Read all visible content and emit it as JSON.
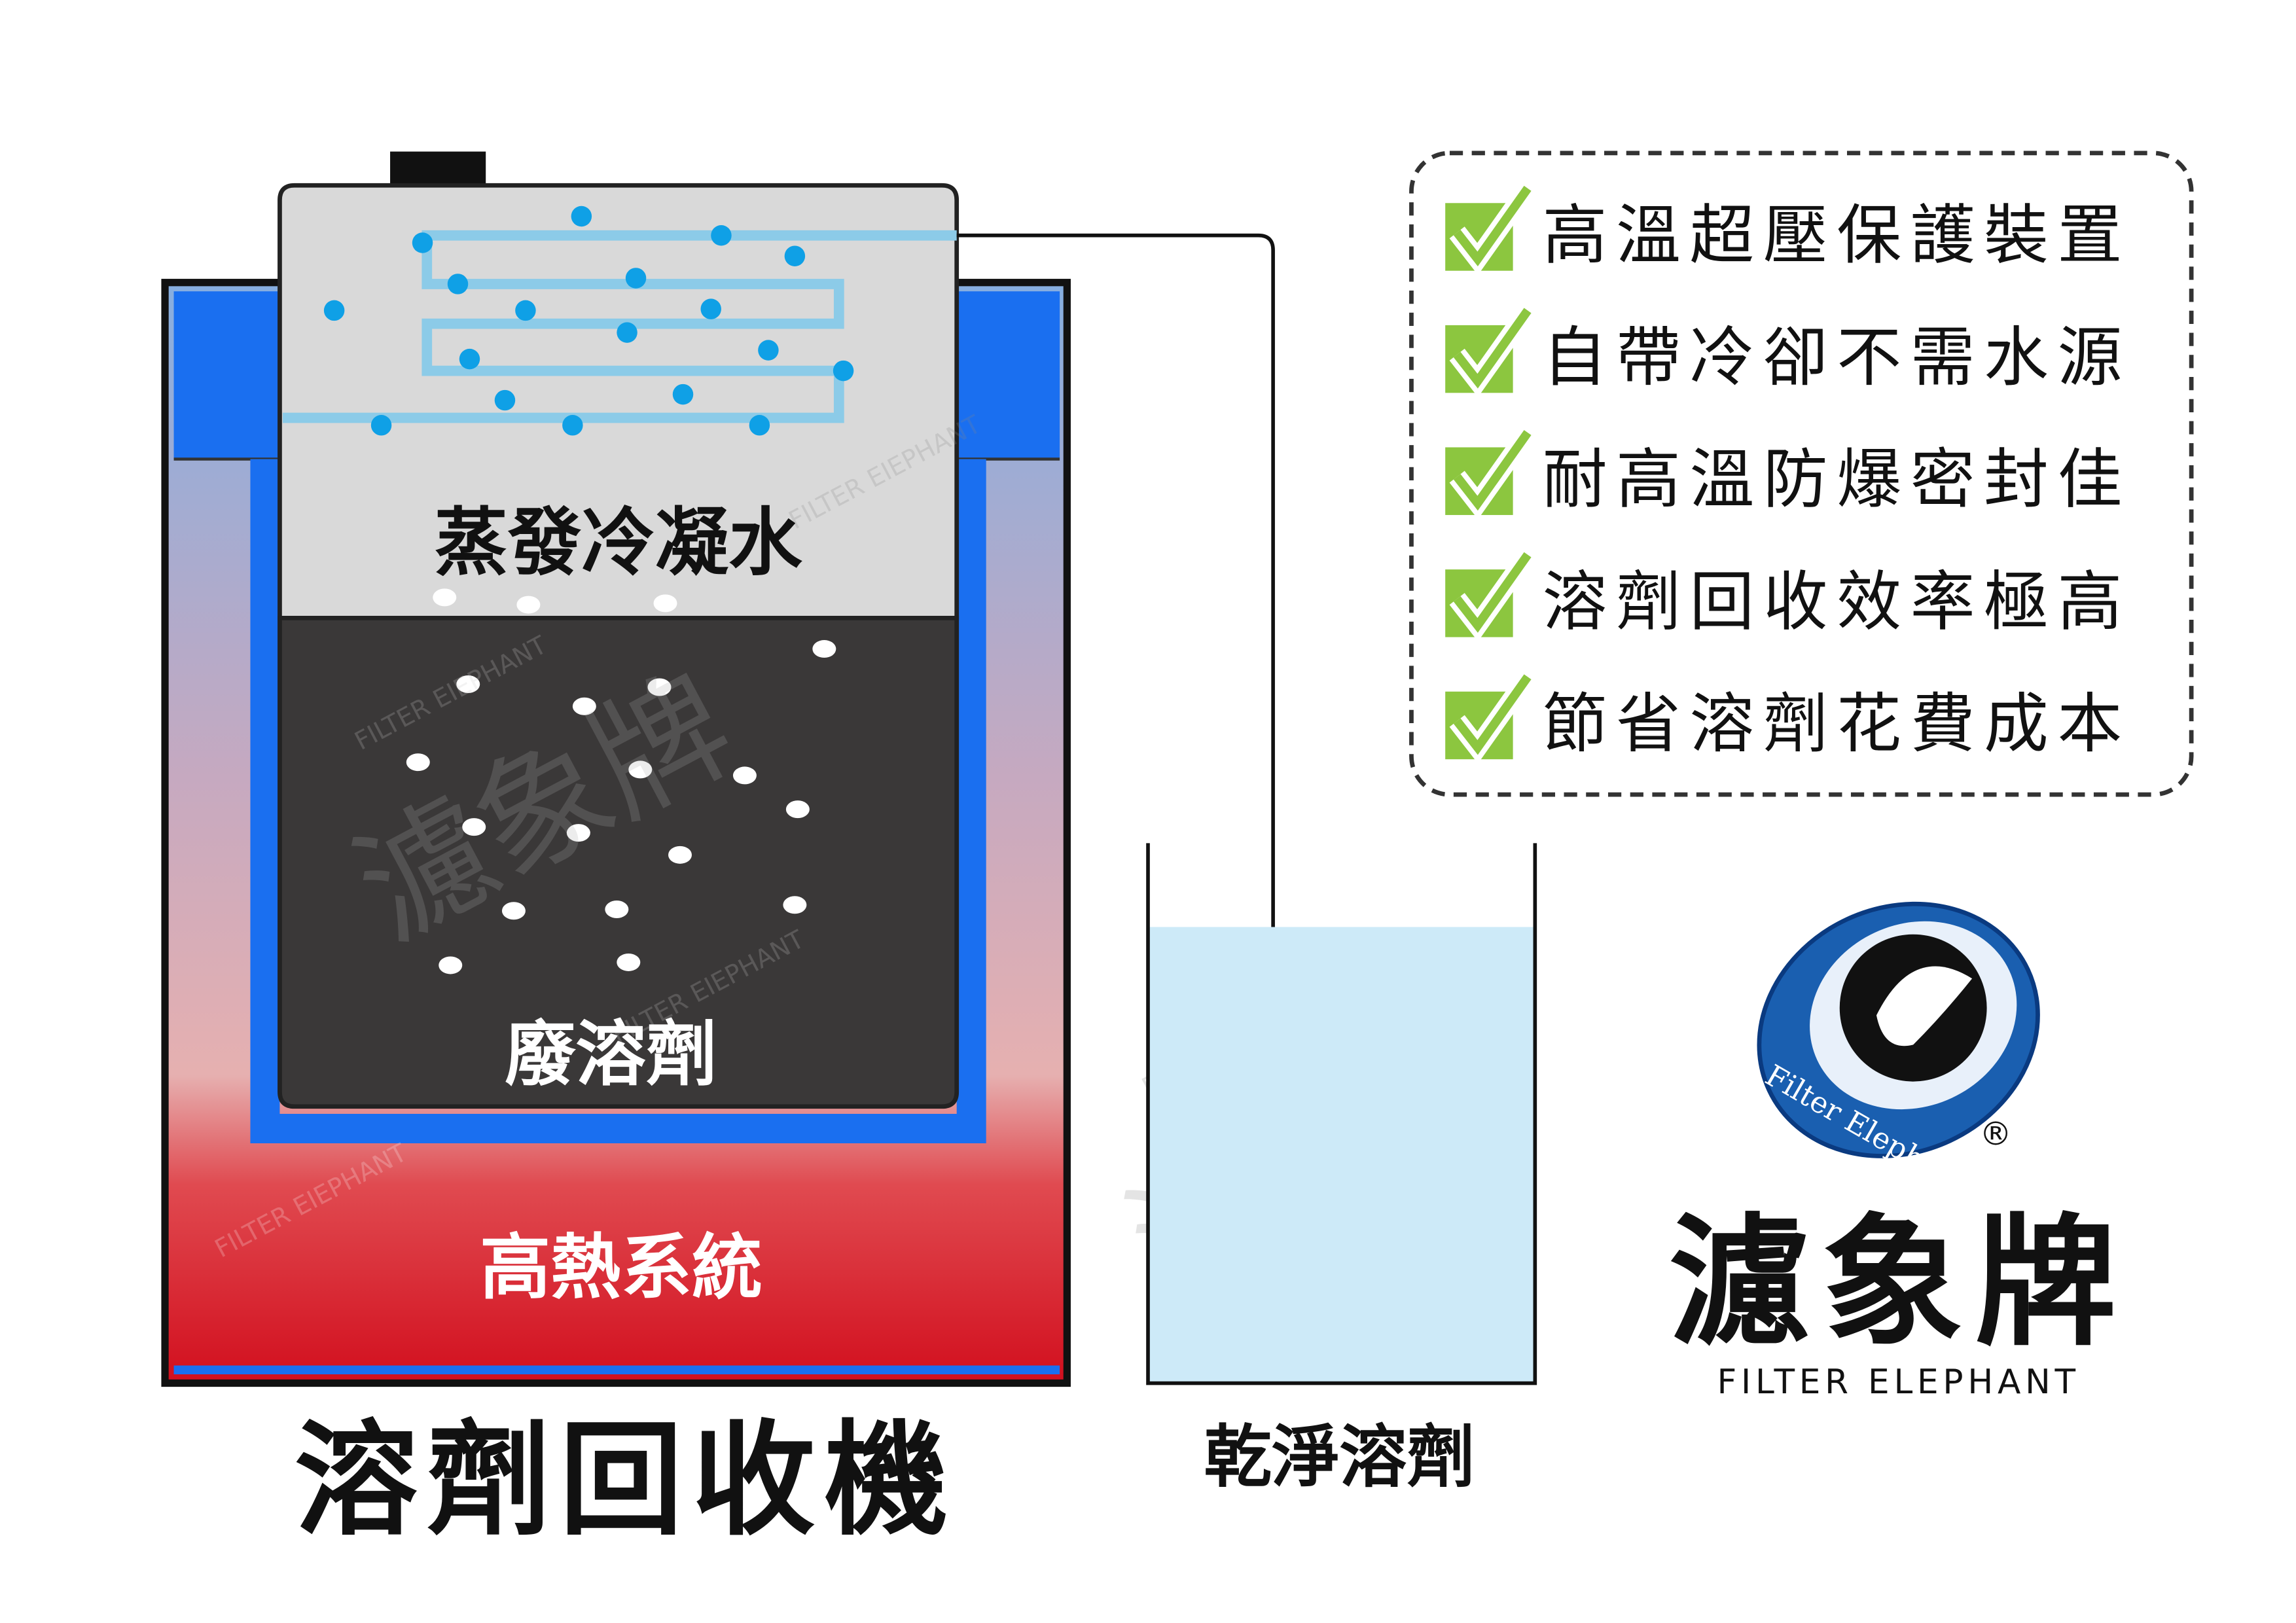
{
  "machine": {
    "condensate_label": "蒸發冷凝水",
    "waste_label": "廢溶劑",
    "heater_label": "高熱系統",
    "title": "溶劑回收機"
  },
  "beaker": {
    "label": "乾淨溶劑"
  },
  "features": [
    {
      "label": "高溫超壓保護裝置"
    },
    {
      "label": "自帶冷卻不需水源"
    },
    {
      "label": "耐高溫防爆密封佳"
    },
    {
      "label": "溶劑回收效率極高"
    },
    {
      "label": "節省溶劑花費成本"
    }
  ],
  "brand": {
    "name_cn": "濾象牌",
    "name_en": "FILTER ELEPHANT",
    "logo_text": "Filter Elephant",
    "registered": "®"
  },
  "watermark": {
    "cn": "濾象牌",
    "en": "FILTER EIEPHANT"
  },
  "colors": {
    "check_green": "#8cc63f",
    "tank_blue": "#1a6ff0",
    "heater_red": "#d20f1e",
    "coil_blue": "#8ccbe8",
    "bubble_blue": "#0fa0e6",
    "clean_solvent": "#cdeaf8"
  }
}
